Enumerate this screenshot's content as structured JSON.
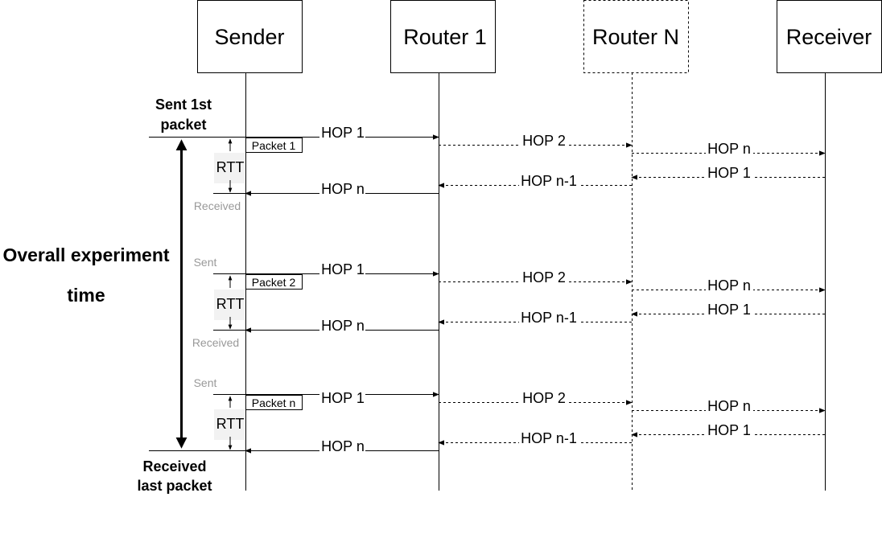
{
  "actors": {
    "sender": "Sender",
    "router1": "Router 1",
    "routern": "Router N",
    "receiver": "Receiver"
  },
  "labels": {
    "sent_first": [
      "Sent 1st",
      "packet"
    ],
    "received_last": [
      "Received",
      "last packet"
    ],
    "overall": [
      "Overall experiment",
      "time"
    ],
    "sent": "Sent",
    "received": "Received",
    "rtt": "RTT",
    "hop1": "HOP 1",
    "hop2": "HOP 2",
    "hopn": "HOP n",
    "hopn1": "HOP n-1"
  },
  "packets": [
    "Packet 1",
    "Packet 2",
    "Packet n"
  ]
}
